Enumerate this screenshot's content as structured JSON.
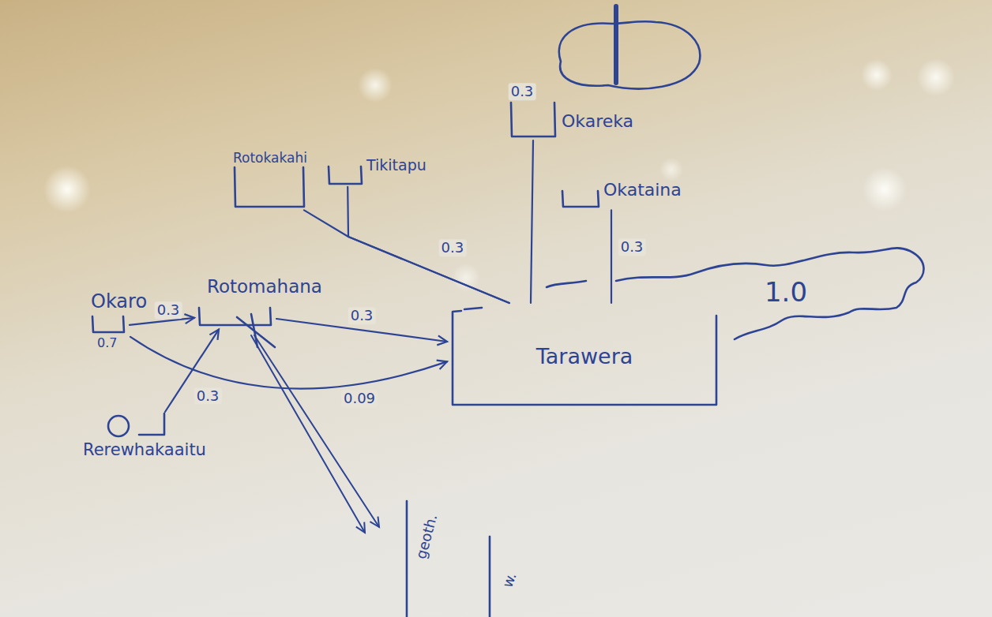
{
  "diagram": {
    "nodes": [
      {
        "text": [
          "Okareka"
        ]
      },
      {
        "text": [
          "Okataina"
        ]
      },
      {
        "text": [
          "Rotokakahi"
        ]
      },
      {
        "text": [
          "Tikitapu"
        ]
      },
      {
        "text": [
          "Okaro",
          "0.7"
        ]
      },
      {
        "text": [
          "Rotomahana"
        ]
      },
      {
        "text": [
          "Rerewhakaaitu"
        ]
      },
      {
        "text": [
          "Tarawera"
        ]
      }
    ],
    "edges": [
      {
        "from": 4,
        "to": 5,
        "label": "0.3",
        "arrow": "to"
      },
      {
        "from": 4,
        "to": 7,
        "label": "0.09",
        "arrow": "to"
      },
      {
        "from": 6,
        "to": 5,
        "label": "0.3",
        "arrow": "to"
      },
      {
        "from": 5,
        "to": 7,
        "label": "0.3",
        "arrow": "to"
      },
      {
        "from": 0,
        "to": 7,
        "label": "0.3",
        "arrow": "none"
      },
      {
        "from": 1,
        "to": 7,
        "label": "0.3",
        "arrow": "none"
      },
      {
        "from": 2,
        "to": 7,
        "label": "0.3",
        "arrow": "none"
      },
      {
        "from": 3,
        "to": 7,
        "arrow": "none"
      }
    ],
    "labels": [
      "1.0",
      "geoth.",
      "w."
    ]
  }
}
